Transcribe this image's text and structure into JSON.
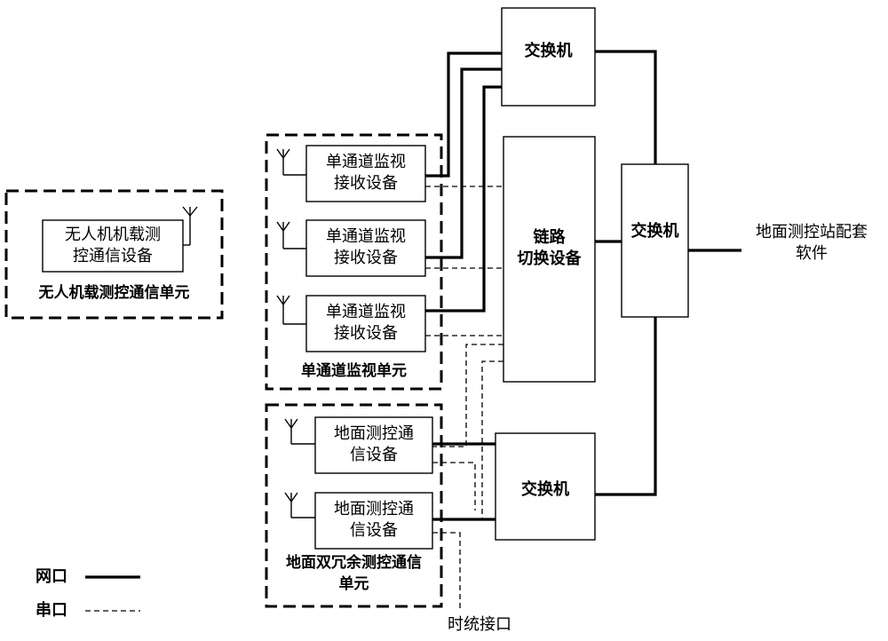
{
  "uav_unit": {
    "device": "无人机机载测\n控通信设备",
    "title": "无人机载测控通信单元"
  },
  "monitor_unit": {
    "device1": "单通道监视\n接收设备",
    "device2": "单通道监视\n接收设备",
    "device3": "单通道监视\n接收设备",
    "title": "单通道监视单元"
  },
  "ground_unit": {
    "device1": "地面测控通\n信设备",
    "device2": "地面测控通\n信设备",
    "title": "地面双冗余测控通信\n单元"
  },
  "switch_top": "交换机",
  "switch_right": "交换机",
  "switch_bottom": "交换机",
  "link_switch": "链路\n切换设备",
  "software": "地面测控站配套\n软件",
  "timing_interface": "时统接口",
  "legend": {
    "network": "网口",
    "serial": "串口"
  }
}
